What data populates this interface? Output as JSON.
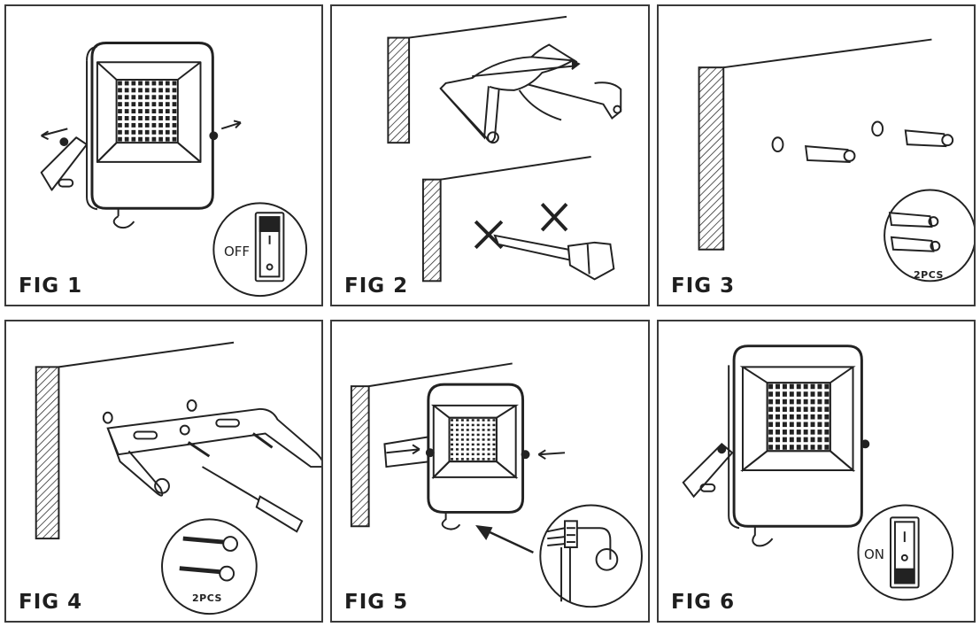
{
  "panels": [
    {
      "label": "FIG 1",
      "switch_label": "OFF"
    },
    {
      "label": "FIG 2"
    },
    {
      "label": "FIG 3",
      "pcs_label": "2PCS"
    },
    {
      "label": "FIG 4",
      "pcs_label": "2PCS"
    },
    {
      "label": "FIG 5"
    },
    {
      "label": "FIG 6",
      "switch_label": "ON"
    }
  ],
  "icons": [
    "floodlight-icon",
    "bracket-icon",
    "pencil-hand-icon",
    "drill-bit-icon",
    "wall-plug-icon",
    "screw-icon",
    "screwdriver-icon",
    "connector-icon",
    "rocker-switch-icon",
    "cross-icon",
    "arrow-icon"
  ],
  "colors": {
    "stroke": "#222222",
    "border": "#3a3a3a",
    "background": "#ffffff"
  }
}
